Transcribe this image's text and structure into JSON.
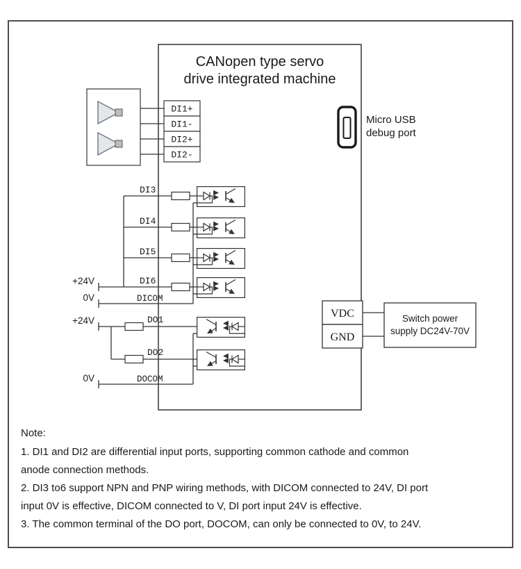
{
  "header": {
    "title_line1": "CANopen type servo",
    "title_line2": "drive integrated machine"
  },
  "terminals": {
    "di1_plus": "DI1+",
    "di1_minus": "DI1-",
    "di2_plus": "DI2+",
    "di2_minus": "DI2-",
    "di3": "DI3",
    "di4": "DI4",
    "di5": "DI5",
    "di6": "DI6",
    "dicom": "DICOM",
    "do1": "DO1",
    "do2": "DO2",
    "docom": "DOCOM",
    "vdc": "VDC",
    "gnd": "GND"
  },
  "power_labels": {
    "di_plus24v": "+24V",
    "di_0v": "0V",
    "do_plus24v": "+24V",
    "do_0v": "0V"
  },
  "usb": {
    "label_line1": "Micro USB",
    "label_line2": "debug port"
  },
  "power_supply": {
    "label_line1": "Switch power",
    "label_line2": "supply DC24V-70V"
  },
  "notes": {
    "heading": "Note:",
    "lines": [
      "1. DI1 and DI2 are differential input ports, supporting common cathode and common",
      "anode connection methods.",
      "2. DI3 to6 support NPN and PNP wiring methods, with DICOM connected to 24V, DI port",
      "input 0V is effective, DICOM connected to V, DI port input 24V is effective.",
      "3. The common terminal of the DO port, DOCOM, can only be connected to 0V, to 24V."
    ]
  },
  "colors": {
    "line": "#333333",
    "text": "#1a1a1a",
    "frame": "#4d4d4d"
  }
}
